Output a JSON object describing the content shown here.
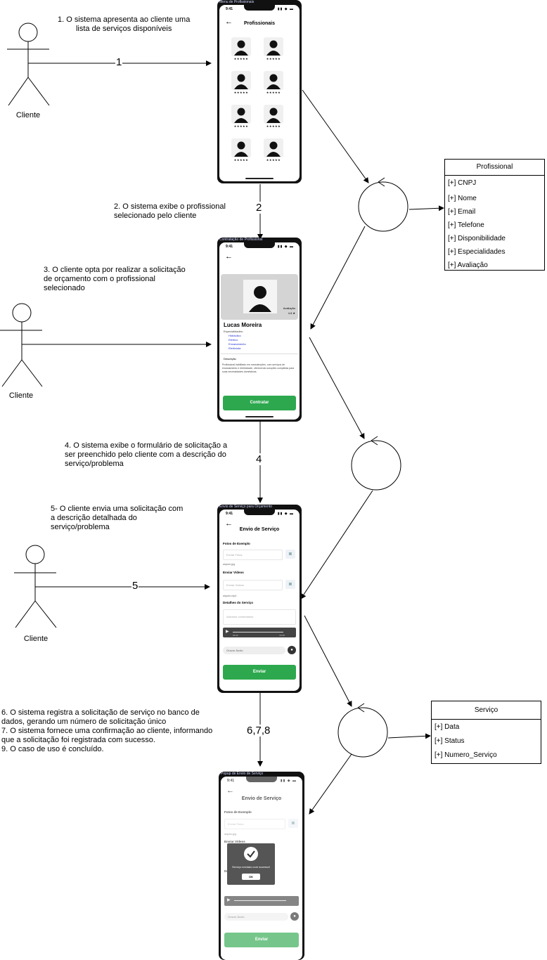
{
  "steps": {
    "s1": "1. O sistema apresenta ao cliente uma\nlista de serviços disponíveis",
    "s2": "2. O sistema exibe o profissional\nselecionado pelo cliente",
    "s3": "3. O cliente opta por realizar a solicitação\nde orçamento com o profissional\nselecionado",
    "s4": "4. O sistema exibe o formulário de solicitação a\nser preenchido pelo cliente com a descrição do\nserviço/problema",
    "s5": "5- O cliente envia uma solicitação com\na descrição detalhada do\nserviço/problema",
    "s6": "6. O sistema registra a solicitação de serviço no banco de\ndados, gerando um número de solicitação único\n7. O sistema fornece uma confirmação ao cliente, informando\nque a solicitação foi registrada com sucesso.\n9. O caso de uso é concluído."
  },
  "numbers": {
    "n1": "1",
    "n2": "2",
    "n4": "4",
    "n5": "5",
    "n678": "6,7,8"
  },
  "actors": {
    "a1": "Cliente",
    "a2": "Cliente",
    "a3": "Cliente"
  },
  "classes": {
    "profissional": {
      "name": "Profissional",
      "attributes": [
        "[+] CNPJ",
        "[+] Nome",
        "[+] Email",
        "[+] Telefone",
        "[+] Disponibilidade",
        "[+] Especialidades",
        "[+] Avaliação"
      ]
    },
    "servico": {
      "name": "Serviço",
      "attributes": [
        "[+] Data",
        "[+] Status",
        "[+] Numero_Serviço"
      ]
    }
  },
  "screens": {
    "menu": {
      "caption": "Menu de Profissionais",
      "time": "9:41",
      "status_icons": "▮▮ ◆ ▬",
      "title": "Profissionais",
      "rating": "★★★★★"
    },
    "detail": {
      "caption": "Contratação de Profissional",
      "time": "9:41",
      "status_icons": "▮▮ ◆ ▬",
      "rating_label": "Avaliação",
      "rating_value": "4.8 ★",
      "name": "Lucas Moreira",
      "specialties_label": "Especialidades:",
      "specialties": [
        "Hidráulico",
        "Elétrico",
        "Encanamento",
        "Eletricista"
      ],
      "description_label": "Descrição",
      "description": "Profissional habilitado em manutenções, com serviços de encanamento e eletricidade, oferecendo soluções completas para suas necessidades domésticas.",
      "button": "Contratar"
    },
    "form": {
      "caption": "Envio de Serviço para Orçamento",
      "time": "9:41",
      "status_icons": "▮▮ ◆ ▬",
      "title": "Envio de Serviço",
      "photos_label": "Fotos de Exemplo",
      "photos_placeholder": "Enviar Fotos",
      "photos_file": "arquivo.jpg",
      "videos_label": "Enviar Vídeos",
      "videos_placeholder": "Enviar Vídeos",
      "videos_file": "arquivo.mp4",
      "details_label": "Detalhes do Serviço",
      "details_placeholder": "Adicione comentários",
      "audio_time": "01:22",
      "audio_total": "03:45",
      "record_label": "Gravar Áudio",
      "submit": "Enviar"
    },
    "popup": {
      "caption": "Popup de Envio de Serviço",
      "time": "9:41",
      "status_icons": "▮▮ ◆ ▬",
      "title": "Envio de Serviço",
      "photos_label": "Fotos de Exemplo",
      "photos_placeholder": "Enviar Fotos",
      "photos_file": "arquivo.jpg",
      "videos_label": "Enviar Vídeos",
      "details_label": "Detalhes do Serviço",
      "record_label": "Gravar Áudio",
      "submit": "Enviar",
      "message": "Serviço enviado com sucesso!",
      "ok": "OK"
    }
  }
}
